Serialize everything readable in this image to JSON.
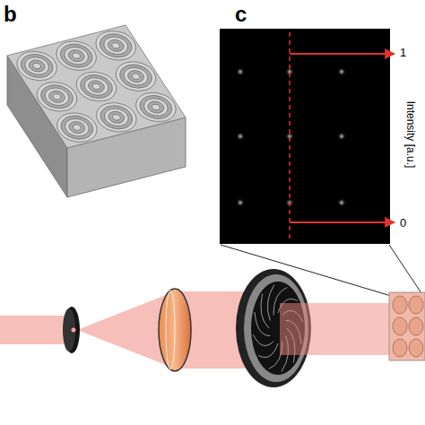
{
  "diagram": {
    "labels": [
      "b",
      "c",
      "1",
      "Intensity [a.u.]",
      "0"
    ]
  }
}
